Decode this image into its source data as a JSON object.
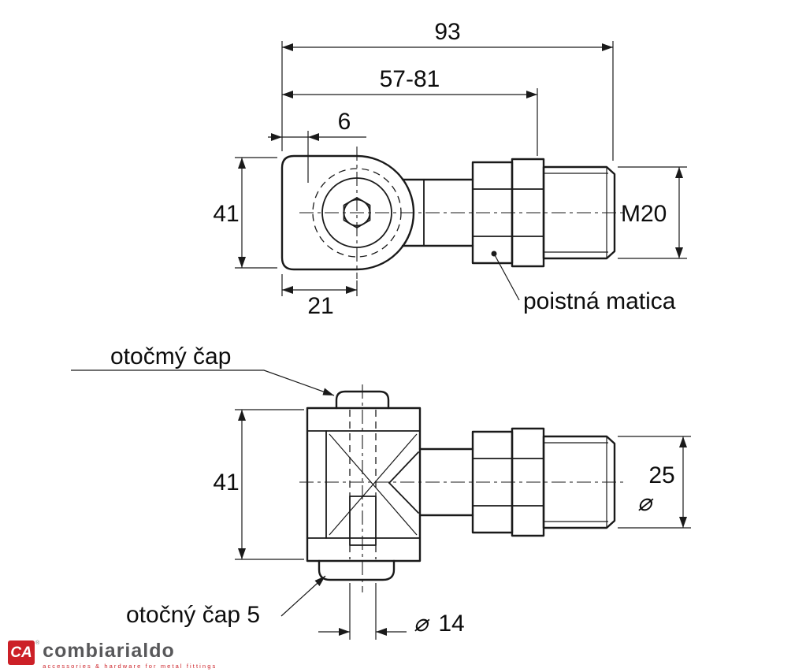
{
  "top_view": {
    "dim_total_length": "93",
    "dim_adjustable_range": "57-81",
    "dim_offset": "6",
    "dim_height": "41",
    "dim_plate_width": "21",
    "thread_label": "M20",
    "lock_nut_label": "poistná matica"
  },
  "bottom_view": {
    "pivot_pin_label": "otočmý čap",
    "dim_height": "41",
    "dim_shaft_diameter": "25",
    "pivot_pin_bottom_label": "otočný čap 5",
    "dim_pin_diameter": "14",
    "diameter_symbol": "⌀"
  },
  "logo": {
    "initials": "CA",
    "registered": "®",
    "name": "combiarialdo",
    "tagline": "accessories & hardware for metal fittings",
    "brand_color": "#cc2027"
  }
}
